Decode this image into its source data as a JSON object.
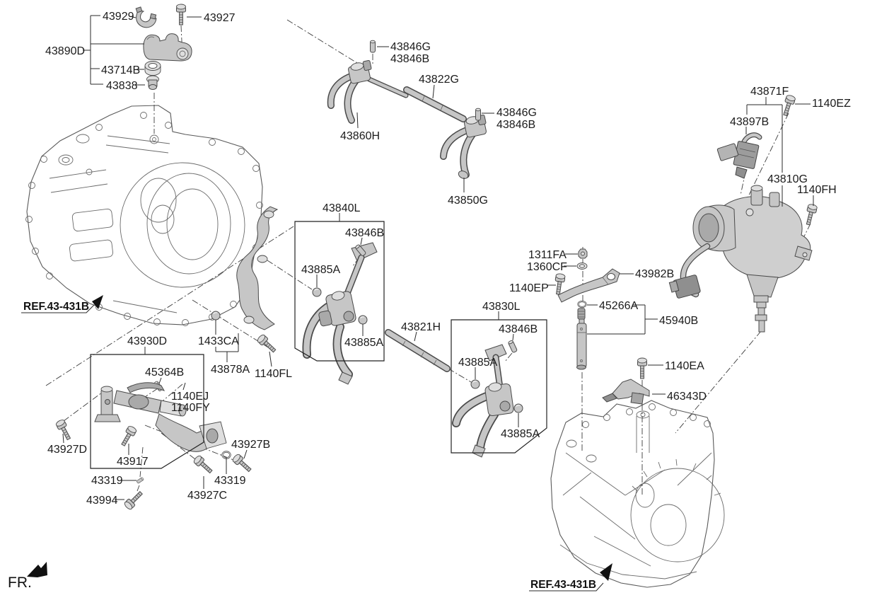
{
  "colors": {
    "background": "#ffffff",
    "line": "#4a4a4a",
    "part_fill": "#c6c6c6",
    "label_text": "#1b1b1b"
  },
  "callouts": {
    "bracket": {
      "assy": "43890D",
      "clip": "43929",
      "bolt": "43927",
      "grommet": "43714B",
      "stopper": "43838"
    },
    "rail_top": {
      "pin_g": "43846G",
      "pin_b": "43846B",
      "rail": "43822G",
      "fork": "43860H"
    },
    "rail_mid": {
      "pin_g": "43846G",
      "pin_b": "43846B",
      "fork": "43850G"
    },
    "fork_box_a": {
      "assy": "43840L",
      "pin": "43846B",
      "ball1": "43885A",
      "ball2": "43885A"
    },
    "rail_low": {
      "rail": "43821H"
    },
    "fork_box_b": {
      "assy": "43830L",
      "pin": "43846B",
      "ball1": "43885A",
      "ball2": "43885A"
    },
    "actuator": {
      "assy": "43871F",
      "bolt_top": "1140EZ",
      "connector": "43897B",
      "motor": "43810G",
      "bolt_side": "1140FH"
    },
    "lever": {
      "nut": "1311FA",
      "washer": "1360CF",
      "bolt": "1140EP",
      "lever": "43982B",
      "oring": "45266A",
      "rod": "45940B"
    },
    "mount": {
      "bolt": "1140EA",
      "bracket": "46343D"
    },
    "control": {
      "assy": "43930D",
      "pin": "45364B",
      "bolt_a": "1140EJ",
      "bolt_a2": "1140FY",
      "bolt_b": "43917",
      "pin_b": "43319",
      "bolt_c": "43994",
      "bolt_d": "43927C",
      "ring": "43319",
      "bolt_e": "43927B",
      "bolt_f": "43927D"
    },
    "bracket2": {
      "ball": "1433CA",
      "bracket": "43878A",
      "bolt": "1140FL"
    },
    "refs": {
      "left": "REF.43-431B",
      "right": "REF.43-431B"
    },
    "fr": "FR."
  }
}
